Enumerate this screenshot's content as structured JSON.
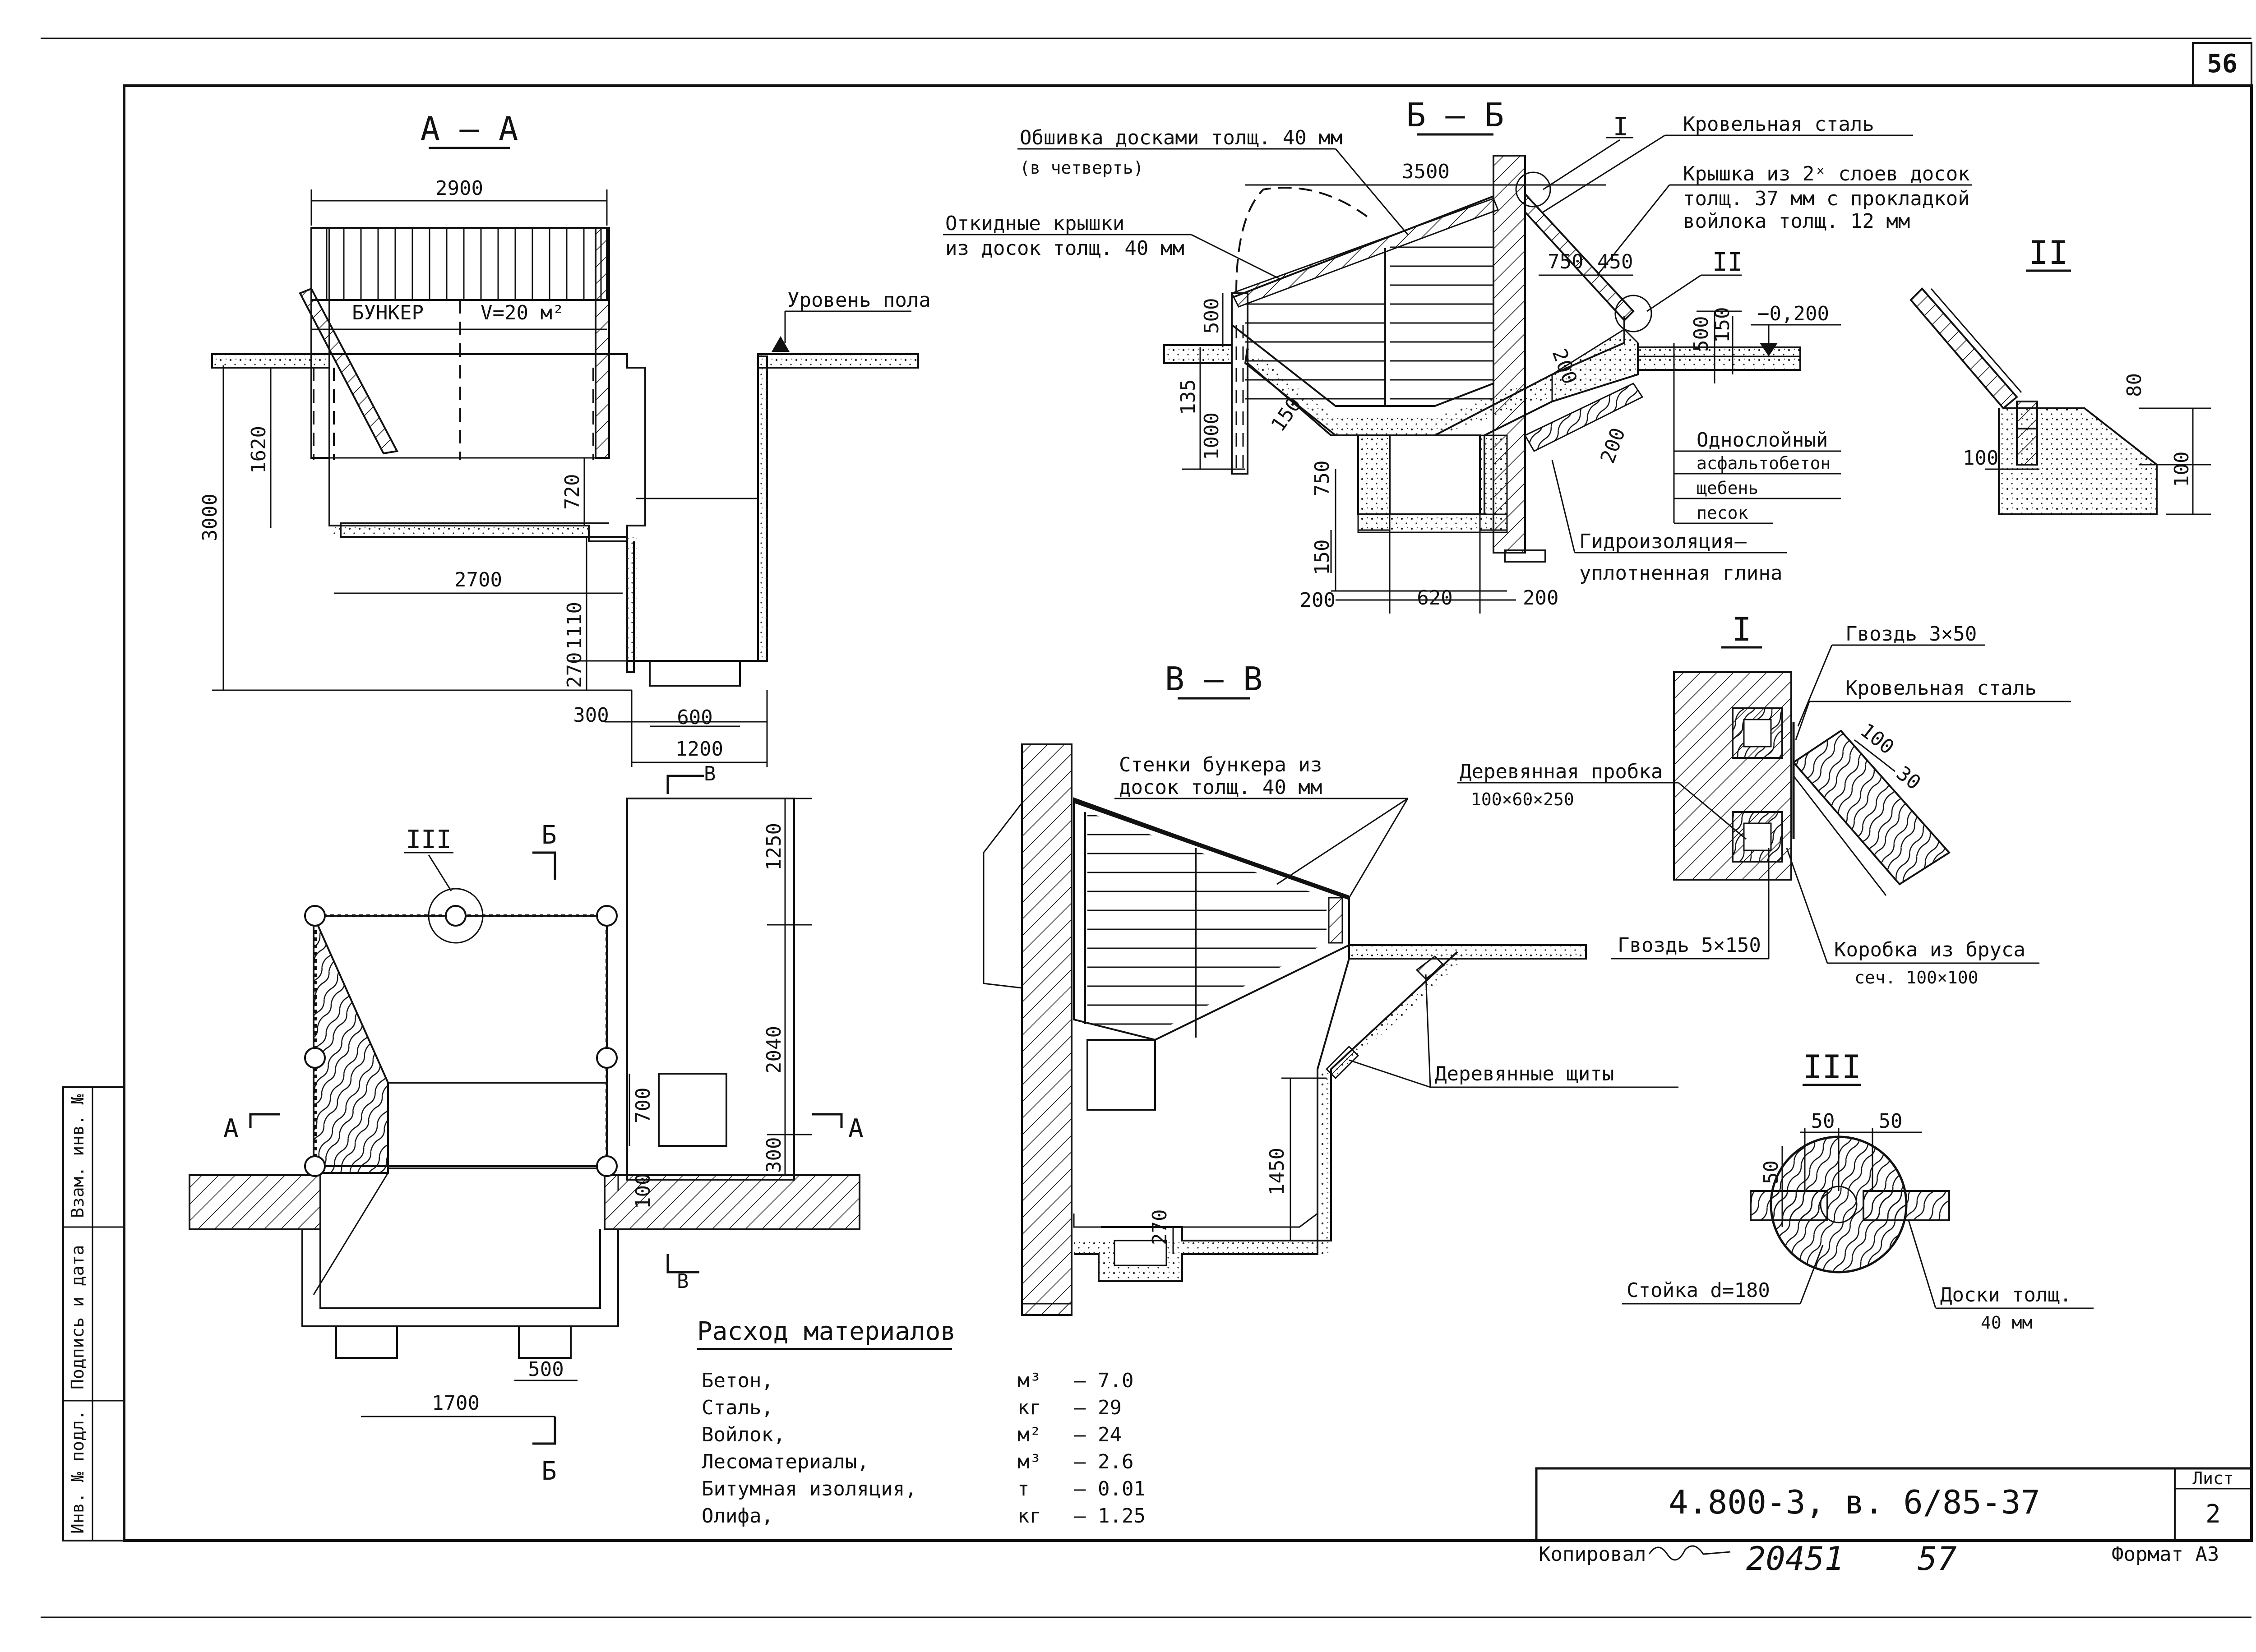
{
  "sheet": {
    "page_number": "56",
    "code": "4.800-3, в. 6/85-37",
    "list_label": "Лист",
    "list_number": "2",
    "copied_by": "Копировал",
    "hand_number_1": "20451",
    "hand_number_2": "57",
    "format": "Формат А3"
  },
  "side_stamps": {
    "inv_podl": "Инв. № подл.",
    "podpis_data": "Подпись и дата",
    "vzam_inv": "Взам. инв. №"
  },
  "view_aa": {
    "title": "А – А",
    "bunker_label": "БУНКЕР",
    "volume_label": "V=20 м²",
    "floor_level": "Уровень пола",
    "dims": {
      "d2900": "2900",
      "d3000": "3000",
      "d1620": "1620",
      "d720": "720",
      "d2700": "2700",
      "d1110": "1110",
      "d270": "270",
      "d300": "300",
      "d600": "600",
      "d1200": "1200"
    },
    "section_b": "В"
  },
  "view_bb": {
    "title": "Б – Б",
    "sheathing": "Обшивка досками толщ. 40 мм",
    "sheathing_sub": "(в четверть)",
    "hinged_covers": "Откидные крышки",
    "hinged_covers_sub": "из досок толщ. 40 мм",
    "roof_steel": "Кровельная сталь",
    "cover_1": "Крышка из 2ˣ слоев досок",
    "cover_2": "толщ. 37 мм с прокладкой",
    "cover_3": "войлока толщ. 12 мм",
    "level": "−0,200",
    "asphalt_1": "Однослойный",
    "asphalt_2": "асфальтобетон",
    "gravel": "щебень",
    "sand": "песок",
    "waterproofing_1": "Гидроизоляция–",
    "waterproofing_2": "уплотненная глина",
    "node_I": "I",
    "node_II": "II",
    "dims": {
      "d3500": "3500",
      "d750a": "750",
      "d450": "450",
      "d500a": "500",
      "d150a": "150",
      "d500b": "500",
      "d135": "135",
      "d1000": "1000",
      "d150b": "150",
      "d200a": "200",
      "d200b": "200",
      "d750b": "750",
      "d150c": "150",
      "d200c": "200",
      "d620": "620",
      "d200d": "200"
    }
  },
  "node_II": {
    "title": "II",
    "d80": "80",
    "d100a": "100",
    "d100b": "100"
  },
  "node_I": {
    "title": "I",
    "nail_1": "Гвоздь 3×50",
    "roof_steel": "Кровельная сталь",
    "plug": "Деревянная пробка",
    "plug_size": "100×60×250",
    "nail_2": "Гвоздь 5×150",
    "box_1": "Коробка из бруса",
    "box_2": "сеч. 100×100",
    "d100": "100",
    "d30": "30"
  },
  "node_III": {
    "title": "III",
    "d50a": "50",
    "d50b": "50",
    "d50c": "50",
    "post": "Стойка d=180",
    "boards_1": "Доски толщ.",
    "boards_2": "40 мм"
  },
  "view_vv": {
    "title": "В – В",
    "walls_1": "Стенки бункера из",
    "walls_2": "досок толщ. 40 мм",
    "panels": "Деревянные щиты",
    "d1450": "1450",
    "d270": "270"
  },
  "plan": {
    "node_III": "III",
    "cut_b_top": "Б",
    "cut_b_bottom": "Б",
    "cut_a_left": "А",
    "cut_a_right": "А",
    "cut_v": "В",
    "dims": {
      "d1250": "1250",
      "d2040": "2040",
      "d700": "700",
      "d300": "300",
      "d100": "100",
      "d500": "500",
      "d1700": "1700"
    }
  },
  "materials": {
    "title": "Расход материалов",
    "rows": [
      {
        "name": "Бетон,",
        "unit": "м³",
        "value": "– 7.0"
      },
      {
        "name": "Сталь,",
        "unit": "кг",
        "value": "– 29"
      },
      {
        "name": "Войлок,",
        "unit": "м²",
        "value": "– 24"
      },
      {
        "name": "Лесоматериалы,",
        "unit": "м³",
        "value": "– 2.6"
      },
      {
        "name": "Битумная изоляция,",
        "unit": "т",
        "value": "– 0.01"
      },
      {
        "name": "Олифа,",
        "unit": "кг",
        "value": "– 1.25"
      }
    ]
  }
}
